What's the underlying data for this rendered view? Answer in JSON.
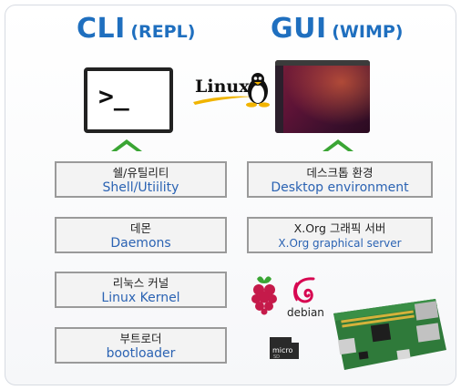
{
  "left": {
    "title_main": "CLI",
    "title_sub": "(REPL)",
    "terminal_prompt": ">_",
    "boxes": [
      {
        "ko": "쉘/유틸리티",
        "en": "Shell/Utiility"
      },
      {
        "ko": "데몬",
        "en": "Daemons"
      },
      {
        "ko": "리눅스 커널",
        "en": "Linux Kernel"
      },
      {
        "ko": "부트로더",
        "en": "bootloader"
      }
    ]
  },
  "right": {
    "title_main": "GUI",
    "title_sub": "(WIMP)",
    "boxes": [
      {
        "ko": "데스크톱 환경",
        "en": "Desktop environment"
      },
      {
        "ko": "X.Org 그래픽 서버",
        "en": "X.Org graphical server"
      }
    ]
  },
  "center": {
    "linux_label": "Linux"
  },
  "hardware": {
    "debian_label": "debian",
    "sd_label": "micro"
  },
  "colors": {
    "title": "#1f6fbf",
    "arrow": "#3aa534",
    "box_text_en": "#2b63b3"
  }
}
